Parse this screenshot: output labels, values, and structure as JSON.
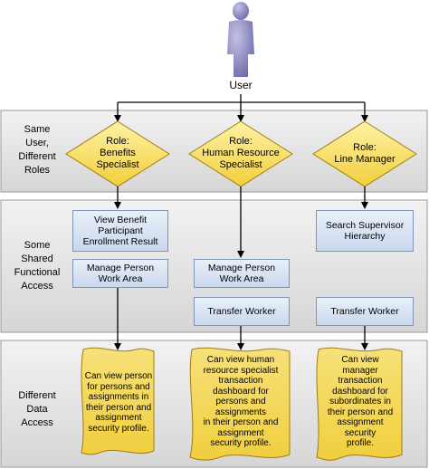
{
  "user": {
    "label": "User"
  },
  "sections": [
    {
      "label": "Same\nUser,\nDifferent\nRoles"
    },
    {
      "label": "Some\nShared\nFunctional\nAccess"
    },
    {
      "label": "Different\nData\nAccess"
    }
  ],
  "roles": [
    {
      "label": "Role:\nBenefits\nSpecialist"
    },
    {
      "label": "Role:\nHuman Resource\nSpecialist"
    },
    {
      "label": "Role:\nLine Manager"
    }
  ],
  "functions": {
    "benefits": [
      "View Benefit\nParticipant\nEnrollment Result",
      "Manage Person\nWork Area"
    ],
    "hr": [
      "Manage Person\nWork Area",
      "Transfer Worker"
    ],
    "manager": [
      "Search Supervisor\nHierarchy",
      "Transfer Worker"
    ]
  },
  "data_access": [
    {
      "text": "Can view person\nfor persons and\nassignments in\ntheir person and\nassignment\nsecurity profile."
    },
    {
      "text": "Can view human\nresource specialist\ntransaction\ndashboard for\npersons and\nassignments\nin their person and\nassignment\nsecurity profile."
    },
    {
      "text": "Can view\nmanager\ntransaction\ndashboard for\nsubordinates in\ntheir person and\nassignment\nsecurity\nprofile."
    }
  ],
  "colors": {
    "section_fill": "#e2e2e2",
    "diamond_fill": "#f8e070",
    "note_fill": "#f5e06a",
    "box_fill": "#d7e3f3",
    "arrow": "#000000"
  }
}
